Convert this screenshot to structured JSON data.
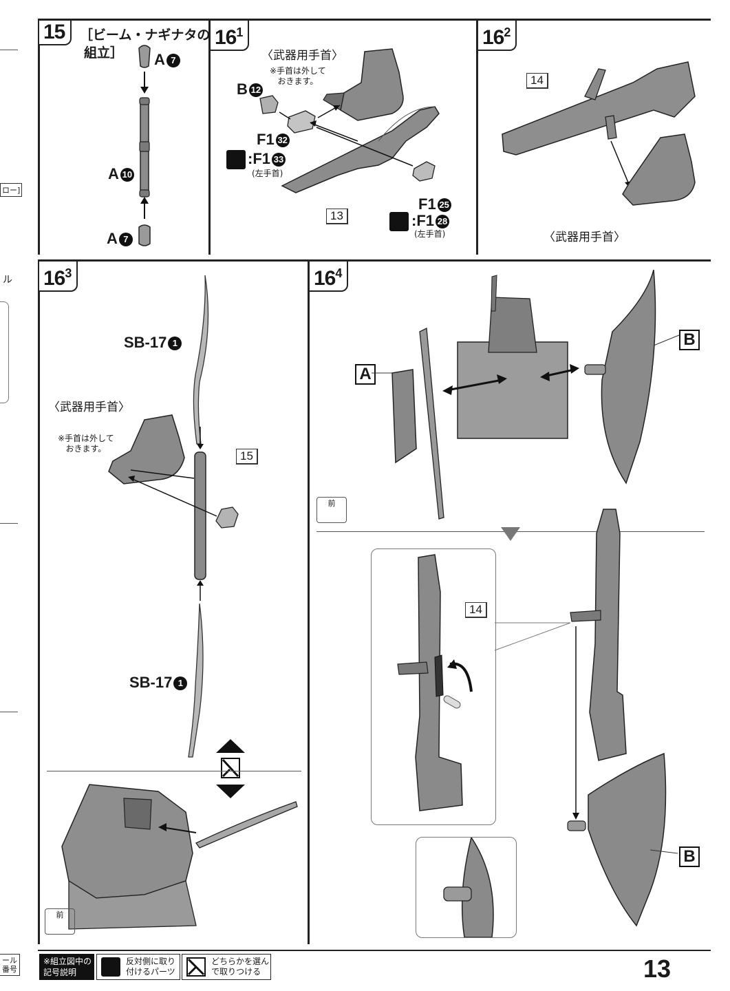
{
  "page_number": "13",
  "step15": {
    "badge": "15",
    "title_line1": "［ビーム・ナギナタの",
    "title_line2": "組立］",
    "parts": [
      {
        "label": "A",
        "num": "7"
      },
      {
        "label": "A",
        "num": "10"
      },
      {
        "label": "A",
        "num": "7"
      }
    ]
  },
  "step16_1": {
    "badge": "16",
    "sub": "1",
    "heading": "〈武器用手首〉",
    "note": "※手首は外して\nおきます。",
    "part_b": {
      "label": "B",
      "num": "12"
    },
    "part_f1a": {
      "label": "F1",
      "num": "32"
    },
    "part_f1a_alt": {
      "label": ":F1",
      "num": "33",
      "note": "(左手首)"
    },
    "callout": "13",
    "part_f1b": {
      "label": "F1",
      "num": "25"
    },
    "part_f1b_alt": {
      "label": ":F1",
      "num": "28",
      "note": "(左手首)"
    }
  },
  "step16_2": {
    "badge": "16",
    "sub": "2",
    "callout": "14",
    "heading": "〈武器用手首〉"
  },
  "step16_3": {
    "badge": "16",
    "sub": "3",
    "part_top": {
      "label": "SB-17",
      "num": "1"
    },
    "heading": "〈武器用手首〉",
    "note": "※手首は外して\nおきます。",
    "callout": "15",
    "part_bottom": {
      "label": "SB-17",
      "num": "1"
    },
    "front_label": "前"
  },
  "step16_4": {
    "badge": "16",
    "sub": "4",
    "label_a": "A",
    "label_b": "B",
    "front_label": "前",
    "callout": "14",
    "label_b2": "B"
  },
  "footer": {
    "legend_title": "※組立図中の\n記号説明",
    "legend1": "反対側に取り\n付けるパーツ",
    "legend2": "どちらかを選ん\nで取りつける"
  },
  "margin_fragments": [
    "ロー",
    "ル",
    "ール",
    "番号"
  ]
}
